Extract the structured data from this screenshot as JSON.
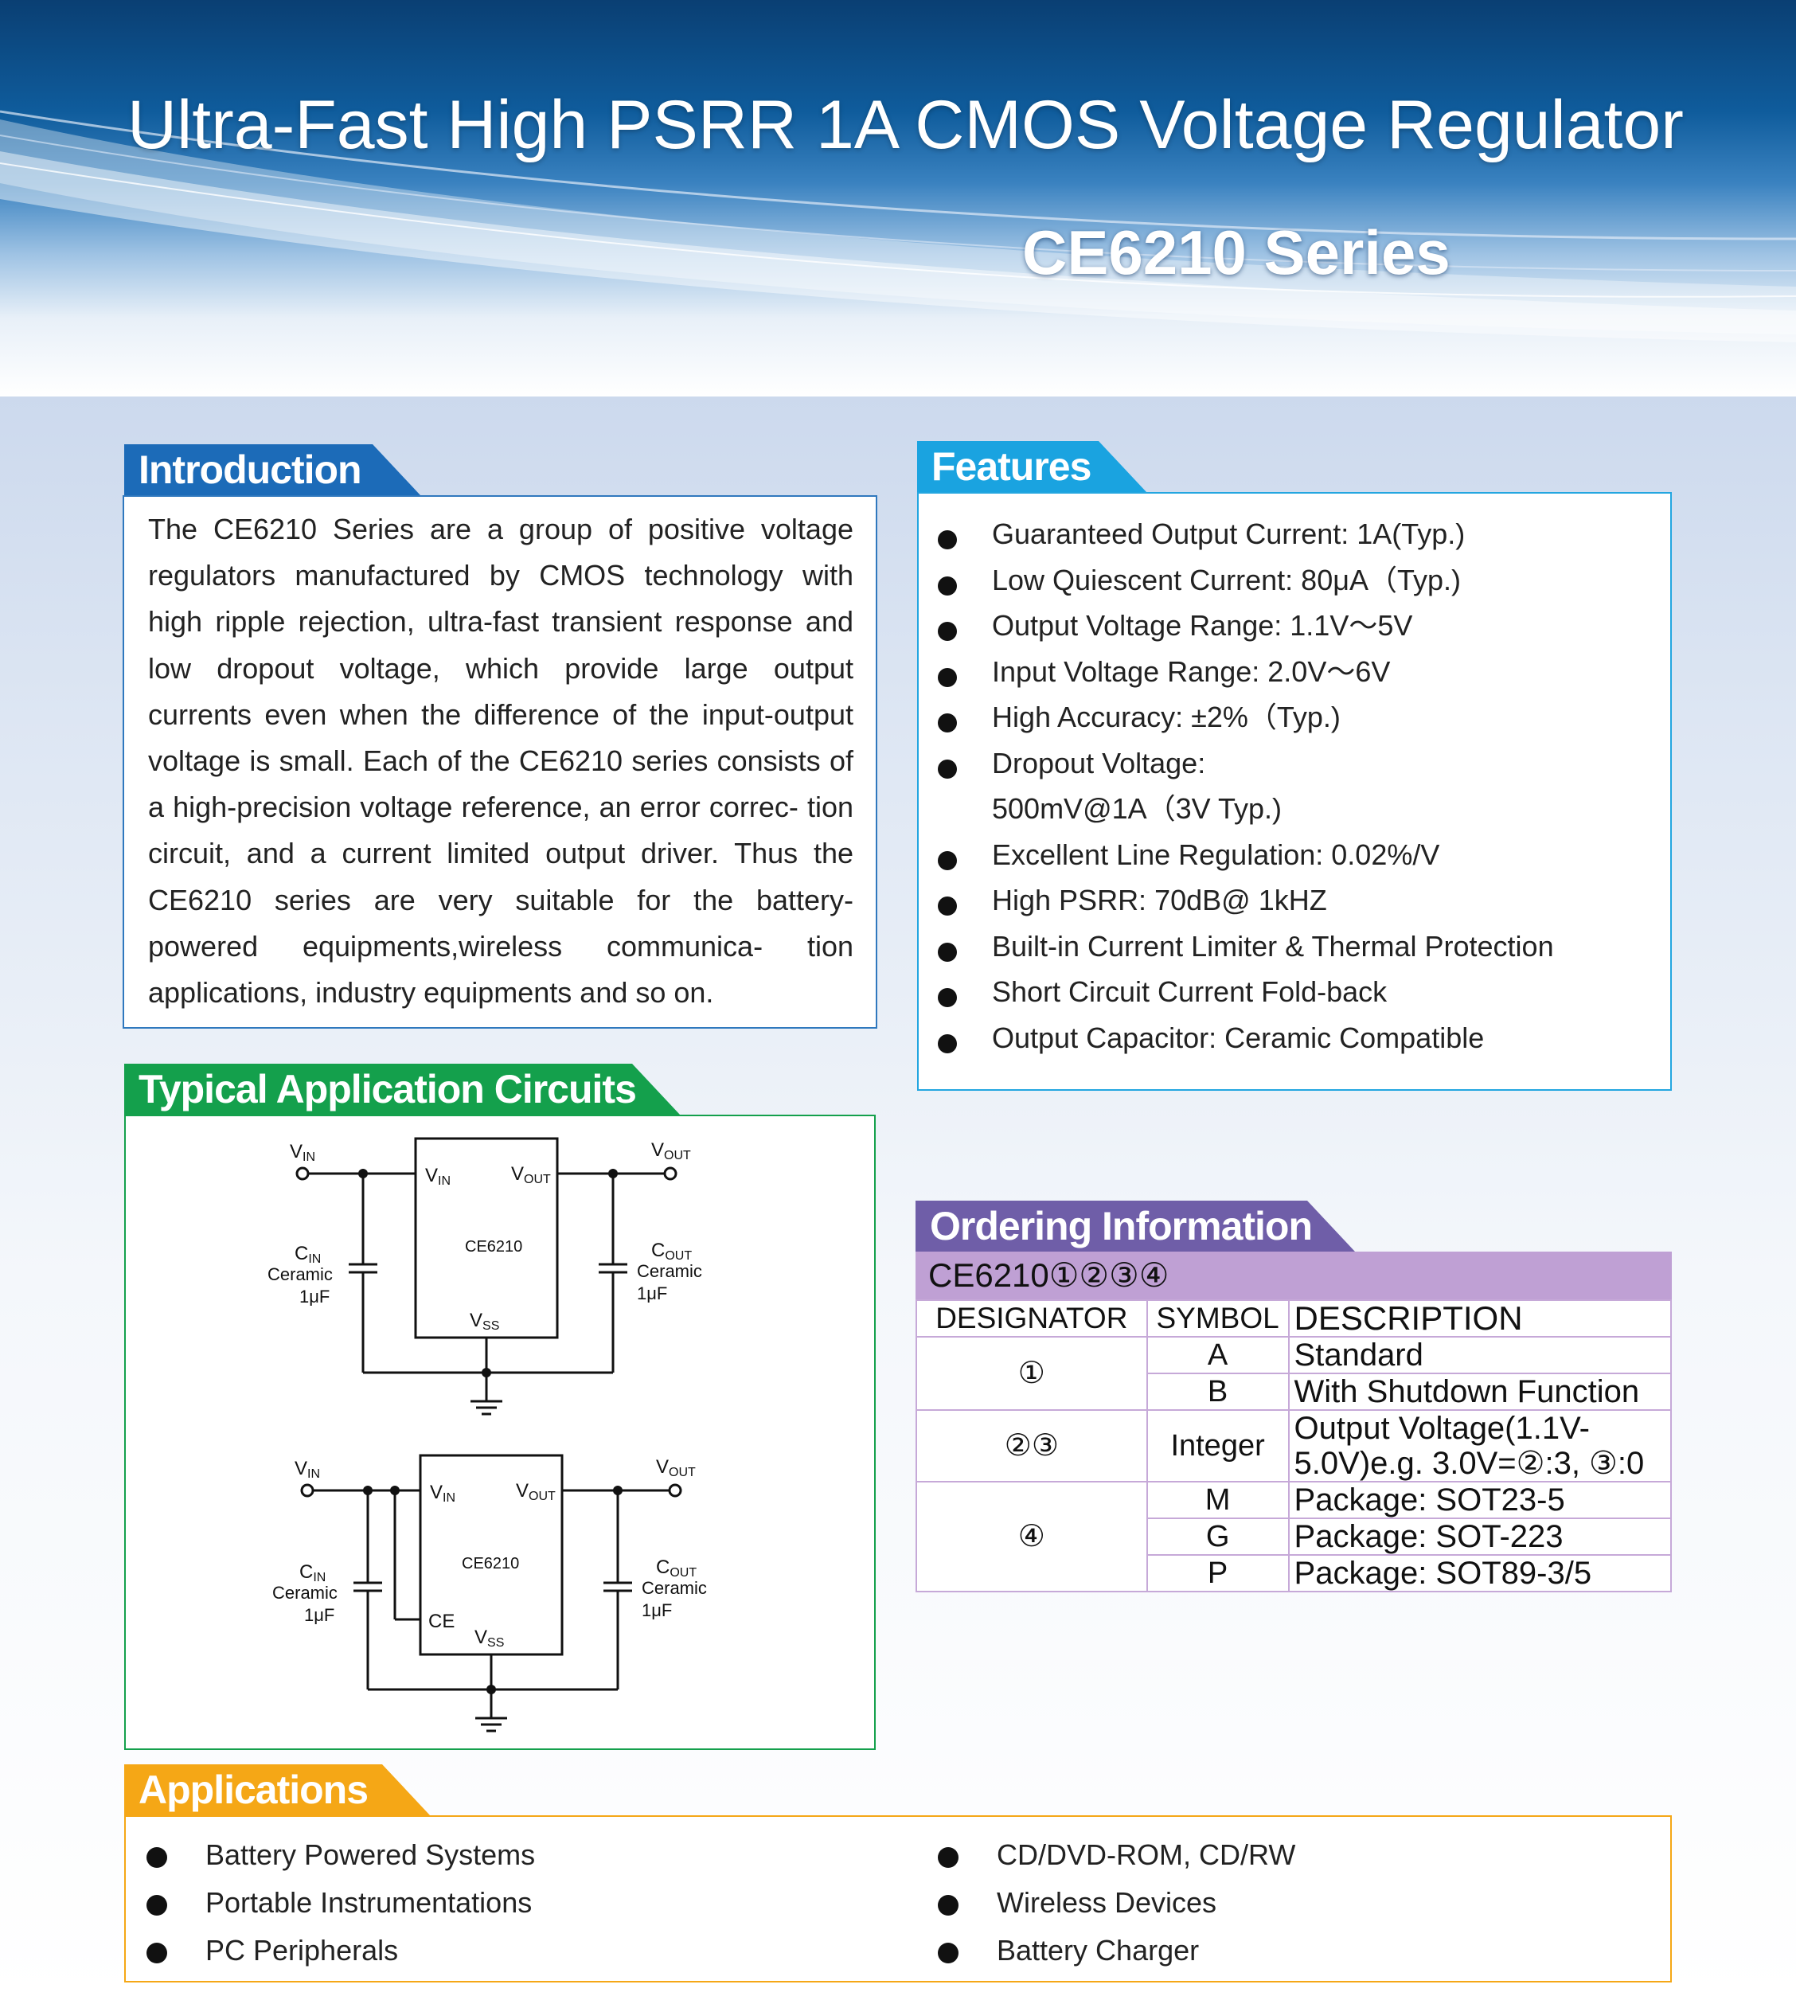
{
  "header": {
    "title": "Ultra-Fast High PSRR 1A CMOS Voltage Regulator",
    "series": "CE6210 Series"
  },
  "introduction": {
    "heading": "Introduction",
    "body": "The CE6210 Series are a group of positive voltage regulators manufactured by CMOS technology with high ripple rejection, ultra-fast transient response and low dropout voltage, which provide large output currents even when the difference of the input-output voltage is small. Each of the CE6210 series consists of a high-precision voltage reference, an error correc- tion circuit, and a current limited output driver. Thus the CE6210 series are very suitable for the battery-powered equipments,wireless communica- tion applications, industry equipments and so on."
  },
  "features": {
    "heading": "Features",
    "items": [
      "Guaranteed Output Current: 1A(Typ.)",
      "Low Quiescent Current: 80μA（Typ.)",
      "Output Voltage Range: 1.1V～5V",
      "Input Voltage Range: 2.0V～6V",
      "High Accuracy: ±2%（Typ.)",
      "Dropout Voltage:",
      "500mV@1A（3V Typ.)",
      "Excellent Line Regulation: 0.02%/V",
      "High PSRR: 70dB@ 1kHZ",
      "Built-in Current Limiter & Thermal Protection",
      "Short Circuit Current Fold-back",
      "Output Capacitor: Ceramic Compatible"
    ]
  },
  "circuits": {
    "heading": "Typical Application Circuits",
    "v": "V",
    "sub_in": "IN",
    "sub_out": "OUT",
    "sub_ss": "SS",
    "c": "C",
    "ceramic": "Ceramic",
    "cap_value": "1μF",
    "chip": "CE6210",
    "ce": "CE"
  },
  "ordering": {
    "heading": "Ordering Information",
    "code": "CE6210①②③④",
    "col_designator": "DESIGNATOR",
    "col_symbol": "SYMBOL",
    "col_description": "DESCRIPTION",
    "d1": "①",
    "d23": "②③",
    "d4": "④",
    "rows": [
      {
        "symbol": "A",
        "description": "Standard"
      },
      {
        "symbol": "B",
        "description": "With Shutdown Function"
      },
      {
        "symbol": "Integer",
        "description": "Output Voltage(1.1V-5.0V)e.g. 3.0V=②:3, ③:0"
      },
      {
        "symbol": "M",
        "description": "Package: SOT23-5"
      },
      {
        "symbol": "G",
        "description": "Package: SOT-223"
      },
      {
        "symbol": "P",
        "description": "Package: SOT89-3/5"
      }
    ]
  },
  "applications": {
    "heading": "Applications",
    "left": [
      "Battery Powered Systems",
      "Portable Instrumentations",
      "PC Peripherals"
    ],
    "right": [
      "CD/DVD-ROM, CD/RW",
      "Wireless Devices",
      "Battery Charger"
    ]
  }
}
